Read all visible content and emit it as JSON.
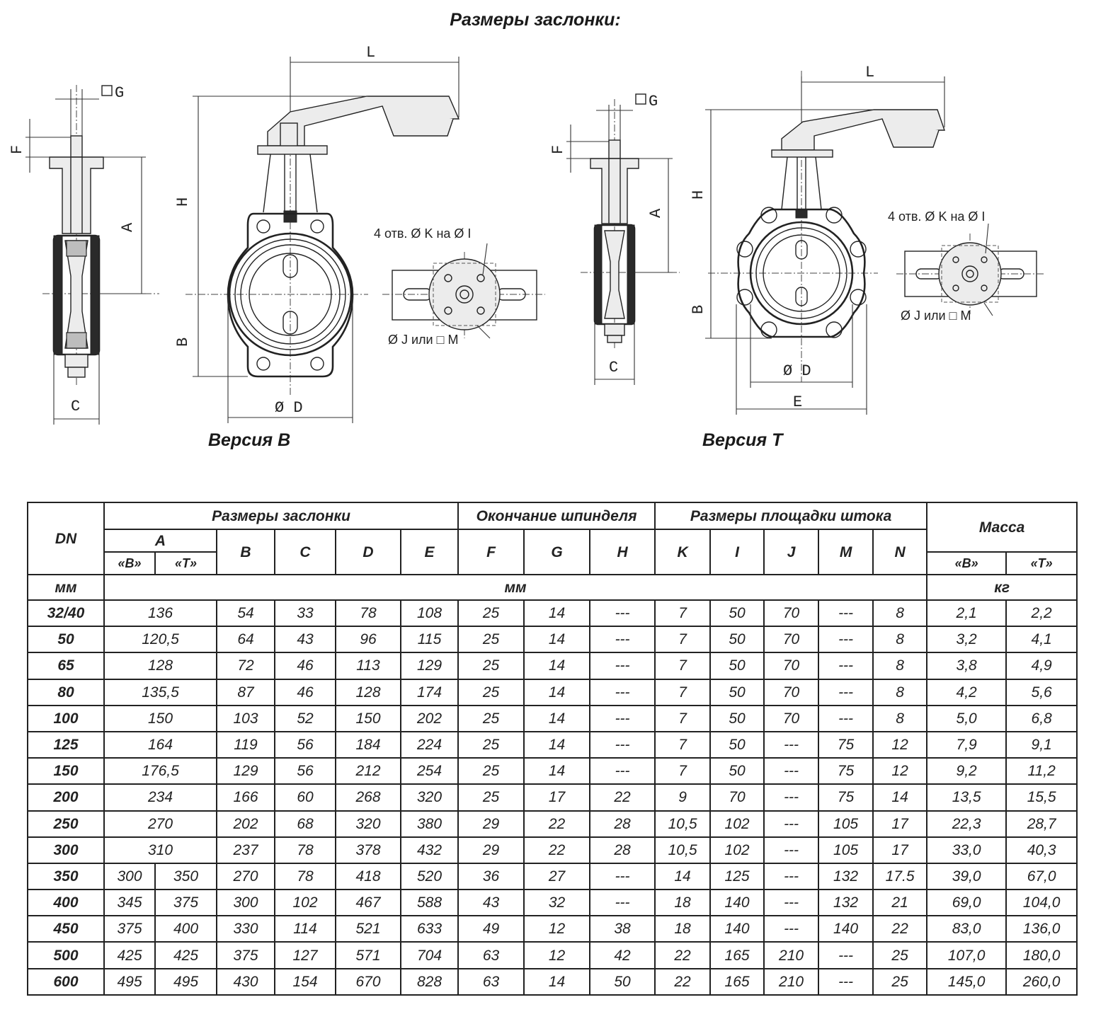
{
  "title": "Размеры заслонки:",
  "versions": [
    "Версия B",
    "Версия T"
  ],
  "drawing_labels": {
    "L": "L",
    "G": "G",
    "F": "F",
    "A": "A",
    "H": "H",
    "B": "B",
    "C": "C",
    "D": "Ø D",
    "E": "E",
    "holes": "4 отв. Ø K на Ø I",
    "stem": "Ø J или □ M"
  },
  "table": {
    "header": {
      "dn": "DN",
      "group_valve": "Размеры заслонки",
      "group_spindle": "Окончание шпинделя",
      "group_pad": "Размеры площадки штока",
      "mass": "Масса",
      "col_A": "A",
      "col_A_B": "«B»",
      "col_A_T": "«T»",
      "cols": [
        "B",
        "C",
        "D",
        "E",
        "F",
        "G",
        "H",
        "K",
        "I",
        "J",
        "M",
        "N"
      ],
      "mass_B": "«B»",
      "mass_T": "«T»"
    },
    "units": {
      "dn": "мм",
      "dims": "мм",
      "mass": "кг"
    },
    "rows": [
      {
        "dn": "32/40",
        "a": "136",
        "v": [
          "54",
          "33",
          "78",
          "108",
          "25",
          "14",
          "---",
          "7",
          "50",
          "70",
          "---",
          "8"
        ],
        "mb": "2,1",
        "mt": "2,2"
      },
      {
        "dn": "50",
        "a": "120,5",
        "v": [
          "64",
          "43",
          "96",
          "115",
          "25",
          "14",
          "---",
          "7",
          "50",
          "70",
          "---",
          "8"
        ],
        "mb": "3,2",
        "mt": "4,1"
      },
      {
        "dn": "65",
        "a": "128",
        "v": [
          "72",
          "46",
          "113",
          "129",
          "25",
          "14",
          "---",
          "7",
          "50",
          "70",
          "---",
          "8"
        ],
        "mb": "3,8",
        "mt": "4,9"
      },
      {
        "dn": "80",
        "a": "135,5",
        "v": [
          "87",
          "46",
          "128",
          "174",
          "25",
          "14",
          "---",
          "7",
          "50",
          "70",
          "---",
          "8"
        ],
        "mb": "4,2",
        "mt": "5,6"
      },
      {
        "dn": "100",
        "a": "150",
        "v": [
          "103",
          "52",
          "150",
          "202",
          "25",
          "14",
          "---",
          "7",
          "50",
          "70",
          "---",
          "8"
        ],
        "mb": "5,0",
        "mt": "6,8"
      },
      {
        "dn": "125",
        "a": "164",
        "v": [
          "119",
          "56",
          "184",
          "224",
          "25",
          "14",
          "---",
          "7",
          "50",
          "---",
          "75",
          "12"
        ],
        "mb": "7,9",
        "mt": "9,1"
      },
      {
        "dn": "150",
        "a": "176,5",
        "v": [
          "129",
          "56",
          "212",
          "254",
          "25",
          "14",
          "---",
          "7",
          "50",
          "---",
          "75",
          "12"
        ],
        "mb": "9,2",
        "mt": "11,2"
      },
      {
        "dn": "200",
        "a": "234",
        "v": [
          "166",
          "60",
          "268",
          "320",
          "25",
          "17",
          "22",
          "9",
          "70",
          "---",
          "75",
          "14"
        ],
        "mb": "13,5",
        "mt": "15,5"
      },
      {
        "dn": "250",
        "a": "270",
        "v": [
          "202",
          "68",
          "320",
          "380",
          "29",
          "22",
          "28",
          "10,5",
          "102",
          "---",
          "105",
          "17"
        ],
        "mb": "22,3",
        "mt": "28,7"
      },
      {
        "dn": "300",
        "a": "310",
        "v": [
          "237",
          "78",
          "378",
          "432",
          "29",
          "22",
          "28",
          "10,5",
          "102",
          "---",
          "105",
          "17"
        ],
        "mb": "33,0",
        "mt": "40,3"
      },
      {
        "dn": "350",
        "ab": "300",
        "at": "350",
        "v": [
          "270",
          "78",
          "418",
          "520",
          "36",
          "27",
          "---",
          "14",
          "125",
          "---",
          "132",
          "17.5"
        ],
        "mb": "39,0",
        "mt": "67,0"
      },
      {
        "dn": "400",
        "ab": "345",
        "at": "375",
        "v": [
          "300",
          "102",
          "467",
          "588",
          "43",
          "32",
          "---",
          "18",
          "140",
          "---",
          "132",
          "21"
        ],
        "mb": "69,0",
        "mt": "104,0"
      },
      {
        "dn": "450",
        "ab": "375",
        "at": "400",
        "v": [
          "330",
          "114",
          "521",
          "633",
          "49",
          "12",
          "38",
          "18",
          "140",
          "---",
          "140",
          "22"
        ],
        "mb": "83,0",
        "mt": "136,0"
      },
      {
        "dn": "500",
        "ab": "425",
        "at": "425",
        "v": [
          "375",
          "127",
          "571",
          "704",
          "63",
          "12",
          "42",
          "22",
          "165",
          "210",
          "---",
          "25"
        ],
        "mb": "107,0",
        "mt": "180,0"
      },
      {
        "dn": "600",
        "ab": "495",
        "at": "495",
        "v": [
          "430",
          "154",
          "670",
          "828",
          "63",
          "14",
          "50",
          "22",
          "165",
          "210",
          "---",
          "25"
        ],
        "mb": "145,0",
        "mt": "260,0"
      }
    ]
  }
}
